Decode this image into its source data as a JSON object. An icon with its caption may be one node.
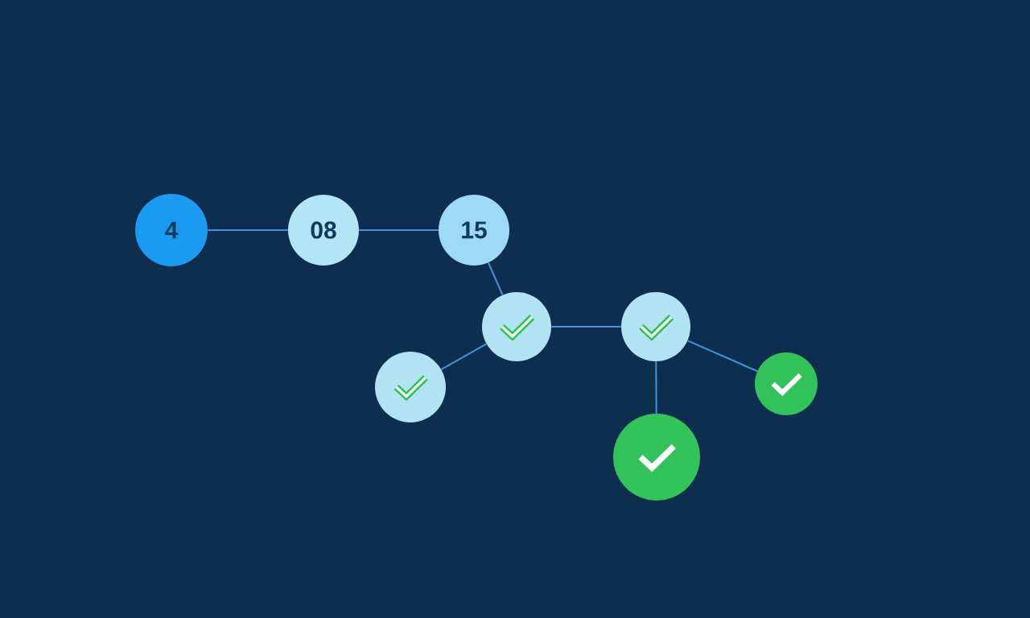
{
  "diagram": {
    "nodes": [
      {
        "text": [
          "4"
        ]
      },
      {
        "text": [
          "08"
        ]
      },
      {
        "text": [
          "15"
        ]
      },
      {
        "text": [],
        "shape": "circle"
      },
      {
        "text": [],
        "shape": "circle"
      },
      {
        "text": [],
        "shape": "circle"
      },
      {
        "text": [],
        "shape": "circle"
      },
      {
        "text": [],
        "shape": "circle"
      }
    ],
    "edges": [
      {
        "from": 0,
        "to": 1,
        "arrow": "none"
      },
      {
        "from": 1,
        "to": 2,
        "arrow": "none"
      },
      {
        "from": 2,
        "to": 3,
        "arrow": "none"
      },
      {
        "from": 3,
        "to": 5,
        "arrow": "none"
      },
      {
        "from": 3,
        "to": 4,
        "arrow": "none"
      },
      {
        "from": 4,
        "to": 7,
        "arrow": "none"
      },
      {
        "from": 4,
        "to": 6,
        "arrow": "none"
      }
    ]
  }
}
